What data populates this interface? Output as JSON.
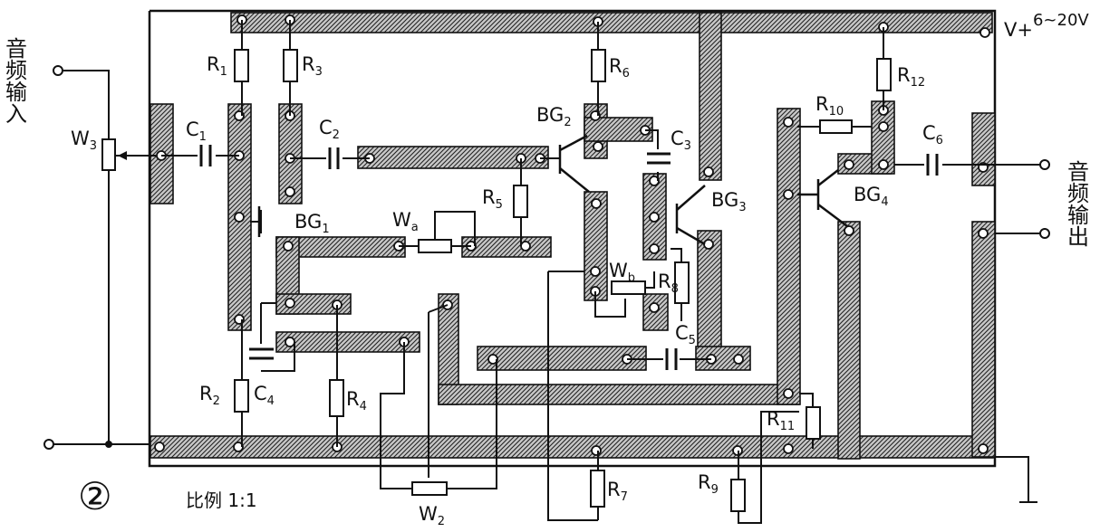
{
  "figure_number": "②",
  "scale_note": "比例 1:1",
  "supply_label": "V+",
  "supply_range": "6~20V",
  "input_label": [
    "音",
    "频",
    "输",
    "入"
  ],
  "output_label": [
    "音",
    "频",
    "输",
    "出"
  ],
  "components": {
    "R1": {
      "name": "R",
      "sub": "1"
    },
    "R2": {
      "name": "R",
      "sub": "2"
    },
    "R3": {
      "name": "R",
      "sub": "3"
    },
    "R4": {
      "name": "R",
      "sub": "4"
    },
    "R5": {
      "name": "R",
      "sub": "5"
    },
    "R6": {
      "name": "R",
      "sub": "6"
    },
    "R7": {
      "name": "R",
      "sub": "7"
    },
    "R8": {
      "name": "R",
      "sub": "8"
    },
    "R9": {
      "name": "R",
      "sub": "9"
    },
    "R10": {
      "name": "R",
      "sub": "10"
    },
    "R11": {
      "name": "R",
      "sub": "11"
    },
    "R12": {
      "name": "R",
      "sub": "12"
    },
    "C1": {
      "name": "C",
      "sub": "1"
    },
    "C2": {
      "name": "C",
      "sub": "2"
    },
    "C3": {
      "name": "C",
      "sub": "3"
    },
    "C4": {
      "name": "C",
      "sub": "4"
    },
    "C5": {
      "name": "C",
      "sub": "5"
    },
    "C6": {
      "name": "C",
      "sub": "6"
    },
    "BG1": {
      "name": "BG",
      "sub": "1"
    },
    "BG2": {
      "name": "BG",
      "sub": "2"
    },
    "BG3": {
      "name": "BG",
      "sub": "3"
    },
    "BG4": {
      "name": "BG",
      "sub": "4"
    },
    "W2": {
      "name": "W",
      "sub": "2"
    },
    "W3": {
      "name": "W",
      "sub": "3"
    },
    "Wa": {
      "name": "W",
      "sub": "a"
    },
    "Wb": {
      "name": "W",
      "sub": "b"
    }
  },
  "colors": {
    "ink": "#111111",
    "copper": "#9a9a9a",
    "background": "#ffffff"
  }
}
